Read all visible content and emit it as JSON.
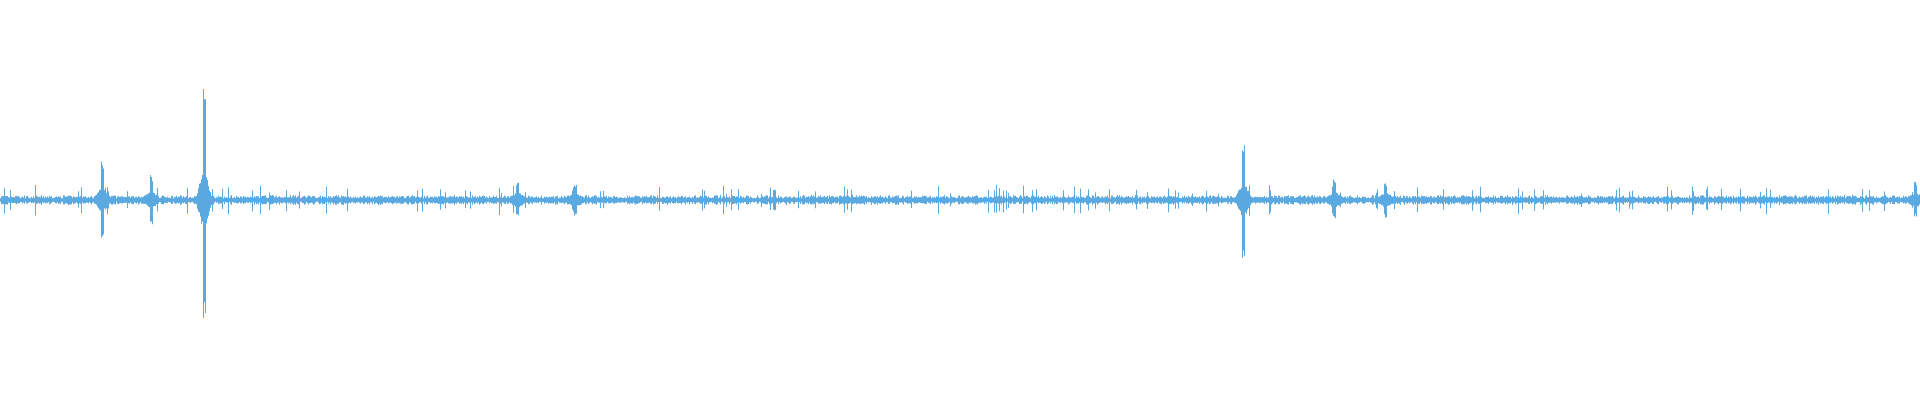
{
  "waveform": {
    "color": "#5aa9e0",
    "background": "#ffffff",
    "duration_fraction_peaks": [
      {
        "t": 0.053,
        "amp": 0.18
      },
      {
        "t": 0.0785,
        "amp": 0.11
      },
      {
        "t": 0.106,
        "amp": 0.52
      },
      {
        "t": 0.2695,
        "amp": 0.08
      },
      {
        "t": 0.2995,
        "amp": 0.07
      },
      {
        "t": 0.6475,
        "amp": 0.28
      },
      {
        "t": 0.695,
        "amp": 0.09
      },
      {
        "t": 0.7215,
        "amp": 0.08
      },
      {
        "t": 0.9975,
        "amp": 0.08
      }
    ],
    "baseline_amp": 0.015,
    "seed": 7
  }
}
